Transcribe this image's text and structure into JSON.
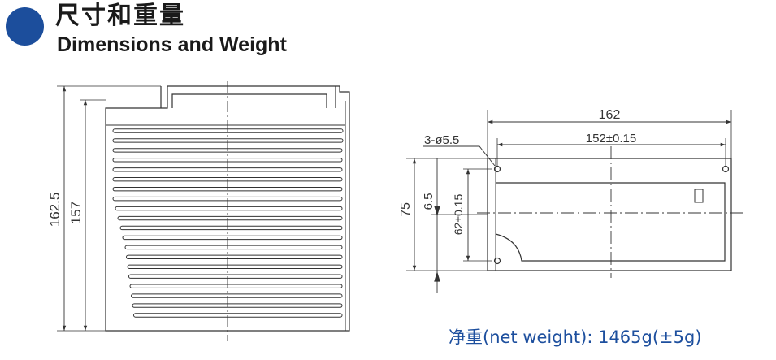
{
  "header": {
    "title_zh": "尺寸和重量",
    "title_en": "Dimensions and Weight"
  },
  "front_view": {
    "height_overall": "162.5",
    "height_body": "157",
    "grille_slot_count": 20
  },
  "side_view": {
    "width_overall": "162",
    "hole_spacing": "152±0.15",
    "hole_spec": "3-ø5.5",
    "height_overall": "75",
    "offset": "6.5",
    "hole_vertical_spacing": "62±0.15"
  },
  "net_weight": "净重(net weight): 1465g(±5g)",
  "colors": {
    "accent": "#1c4e9c",
    "weight_text": "#1d4f9e",
    "line": "#333333"
  }
}
